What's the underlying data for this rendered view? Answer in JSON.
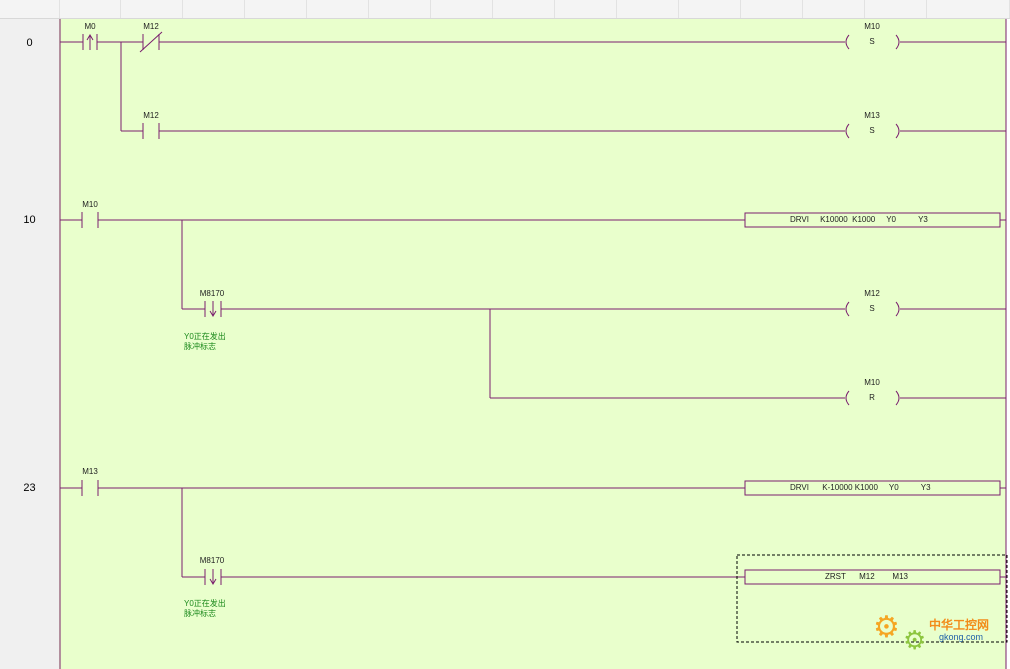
{
  "steps": [
    "0",
    "10",
    "23"
  ],
  "contacts": {
    "m0": "M0",
    "m12_nc": "M12",
    "m12_no": "M12",
    "m10": "M10",
    "m8170_a": "M8170",
    "m13": "M13",
    "m8170_b": "M8170"
  },
  "coils": {
    "set_m10": {
      "device": "M10",
      "op": "S"
    },
    "set_m13": {
      "device": "M13",
      "op": "S"
    },
    "set_m12": {
      "device": "M12",
      "op": "S"
    },
    "reset_m10": {
      "device": "M10",
      "op": "R"
    }
  },
  "instructions": {
    "drvi_forward": "DRVI     K10000  K1000     Y0          Y3",
    "drvi_reverse": "DRVI      K-10000 K1000     Y0          Y3",
    "zrst": "ZRST      M12        M13"
  },
  "comments": {
    "m8170_a": "Y0正在发出\n脉冲标志",
    "m8170_b": "Y0正在发出\n脉冲标志"
  },
  "watermark": {
    "brand": "中华工控网",
    "site": "gkong.com"
  },
  "colors": {
    "wire": "#7a1f6e",
    "workspace": "#e9ffcc",
    "comment": "#1c8a1c"
  }
}
